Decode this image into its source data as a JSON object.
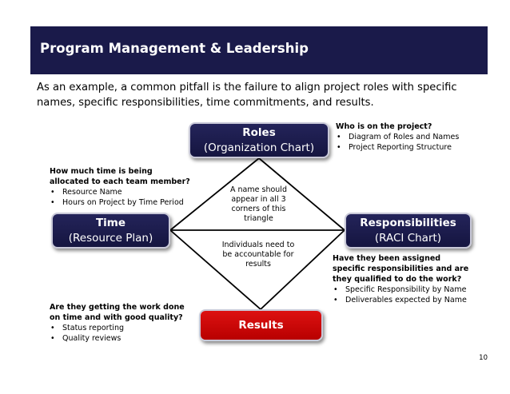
{
  "slide": {
    "title": "Program Management & Leadership",
    "intro_line1": "As an example, a common pitfall is the failure to align project roles with specific",
    "intro_line2": "names, specific responsibilities, time commitments, and results.",
    "page_number": "10"
  },
  "nodes": {
    "roles": {
      "title": "Roles",
      "subtitle": "(Organization Chart)"
    },
    "time": {
      "title": "Time",
      "subtitle": "(Resource Plan)"
    },
    "responsibilities": {
      "title": "Responsibilities",
      "subtitle": "(RACI Chart)"
    },
    "results": {
      "title": "Results"
    }
  },
  "center_notes": {
    "top": [
      "A name should",
      "appear in all 3",
      "corners of this",
      "triangle"
    ],
    "bottom": [
      "Individuals need to",
      "be accountable for",
      "results"
    ]
  },
  "callouts": {
    "roles": {
      "question": [
        "Who is on the project?"
      ],
      "bullets": [
        "Diagram of Roles and Names",
        "Project Reporting Structure"
      ]
    },
    "time": {
      "question": [
        "How much time is being",
        "allocated to each team member?"
      ],
      "bullets": [
        "Resource Name",
        "Hours on Project by Time Period"
      ]
    },
    "responsibilities": {
      "question": [
        "Have they been assigned",
        "specific responsibilities and are",
        "they qualified to do the work?"
      ],
      "bullets": [
        "Specific Responsibility by Name",
        "Deliverables expected by Name"
      ]
    },
    "results": {
      "question": [
        "Are they getting the work done",
        "on time and with good quality?"
      ],
      "bullets": [
        "Status reporting",
        "Quality reviews"
      ]
    }
  },
  "colors": {
    "title_bar": "#1a1a4a",
    "node_navy": "#1c1c4e",
    "node_red": "#cc0000"
  }
}
